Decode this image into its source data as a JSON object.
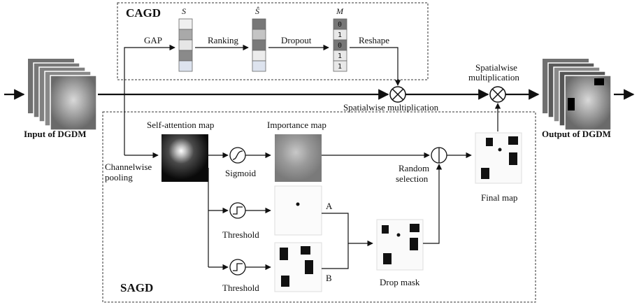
{
  "cagd": {
    "title": "CAGD",
    "s_label": "S",
    "s_hat_label": "Ŝ",
    "m_label": "M",
    "gap": "GAP",
    "ranking": "Ranking",
    "dropout": "Dropout",
    "reshape": "Reshape",
    "mask_values": [
      "0",
      "1",
      "0",
      "1",
      "1"
    ]
  },
  "sagd": {
    "title": "SAGD",
    "self_attention_map": "Self-attention map",
    "importance_map": "Importance map",
    "channelwise_pooling": "Channelwise pooling",
    "sigmoid": "Sigmoid",
    "threshold_1": "Threshold",
    "threshold_2": "Threshold",
    "branch_a": "A",
    "branch_b": "B",
    "drop_mask": "Drop mask",
    "random_selection": "Random selection",
    "final_map": "Final map"
  },
  "main": {
    "input_label": "Input of DGDM",
    "output_label": "Output of DGDM",
    "spatialwise_mult_1": "Spatialwise multiplication",
    "spatialwise_mult_2": "Spatialwise multiplication"
  }
}
